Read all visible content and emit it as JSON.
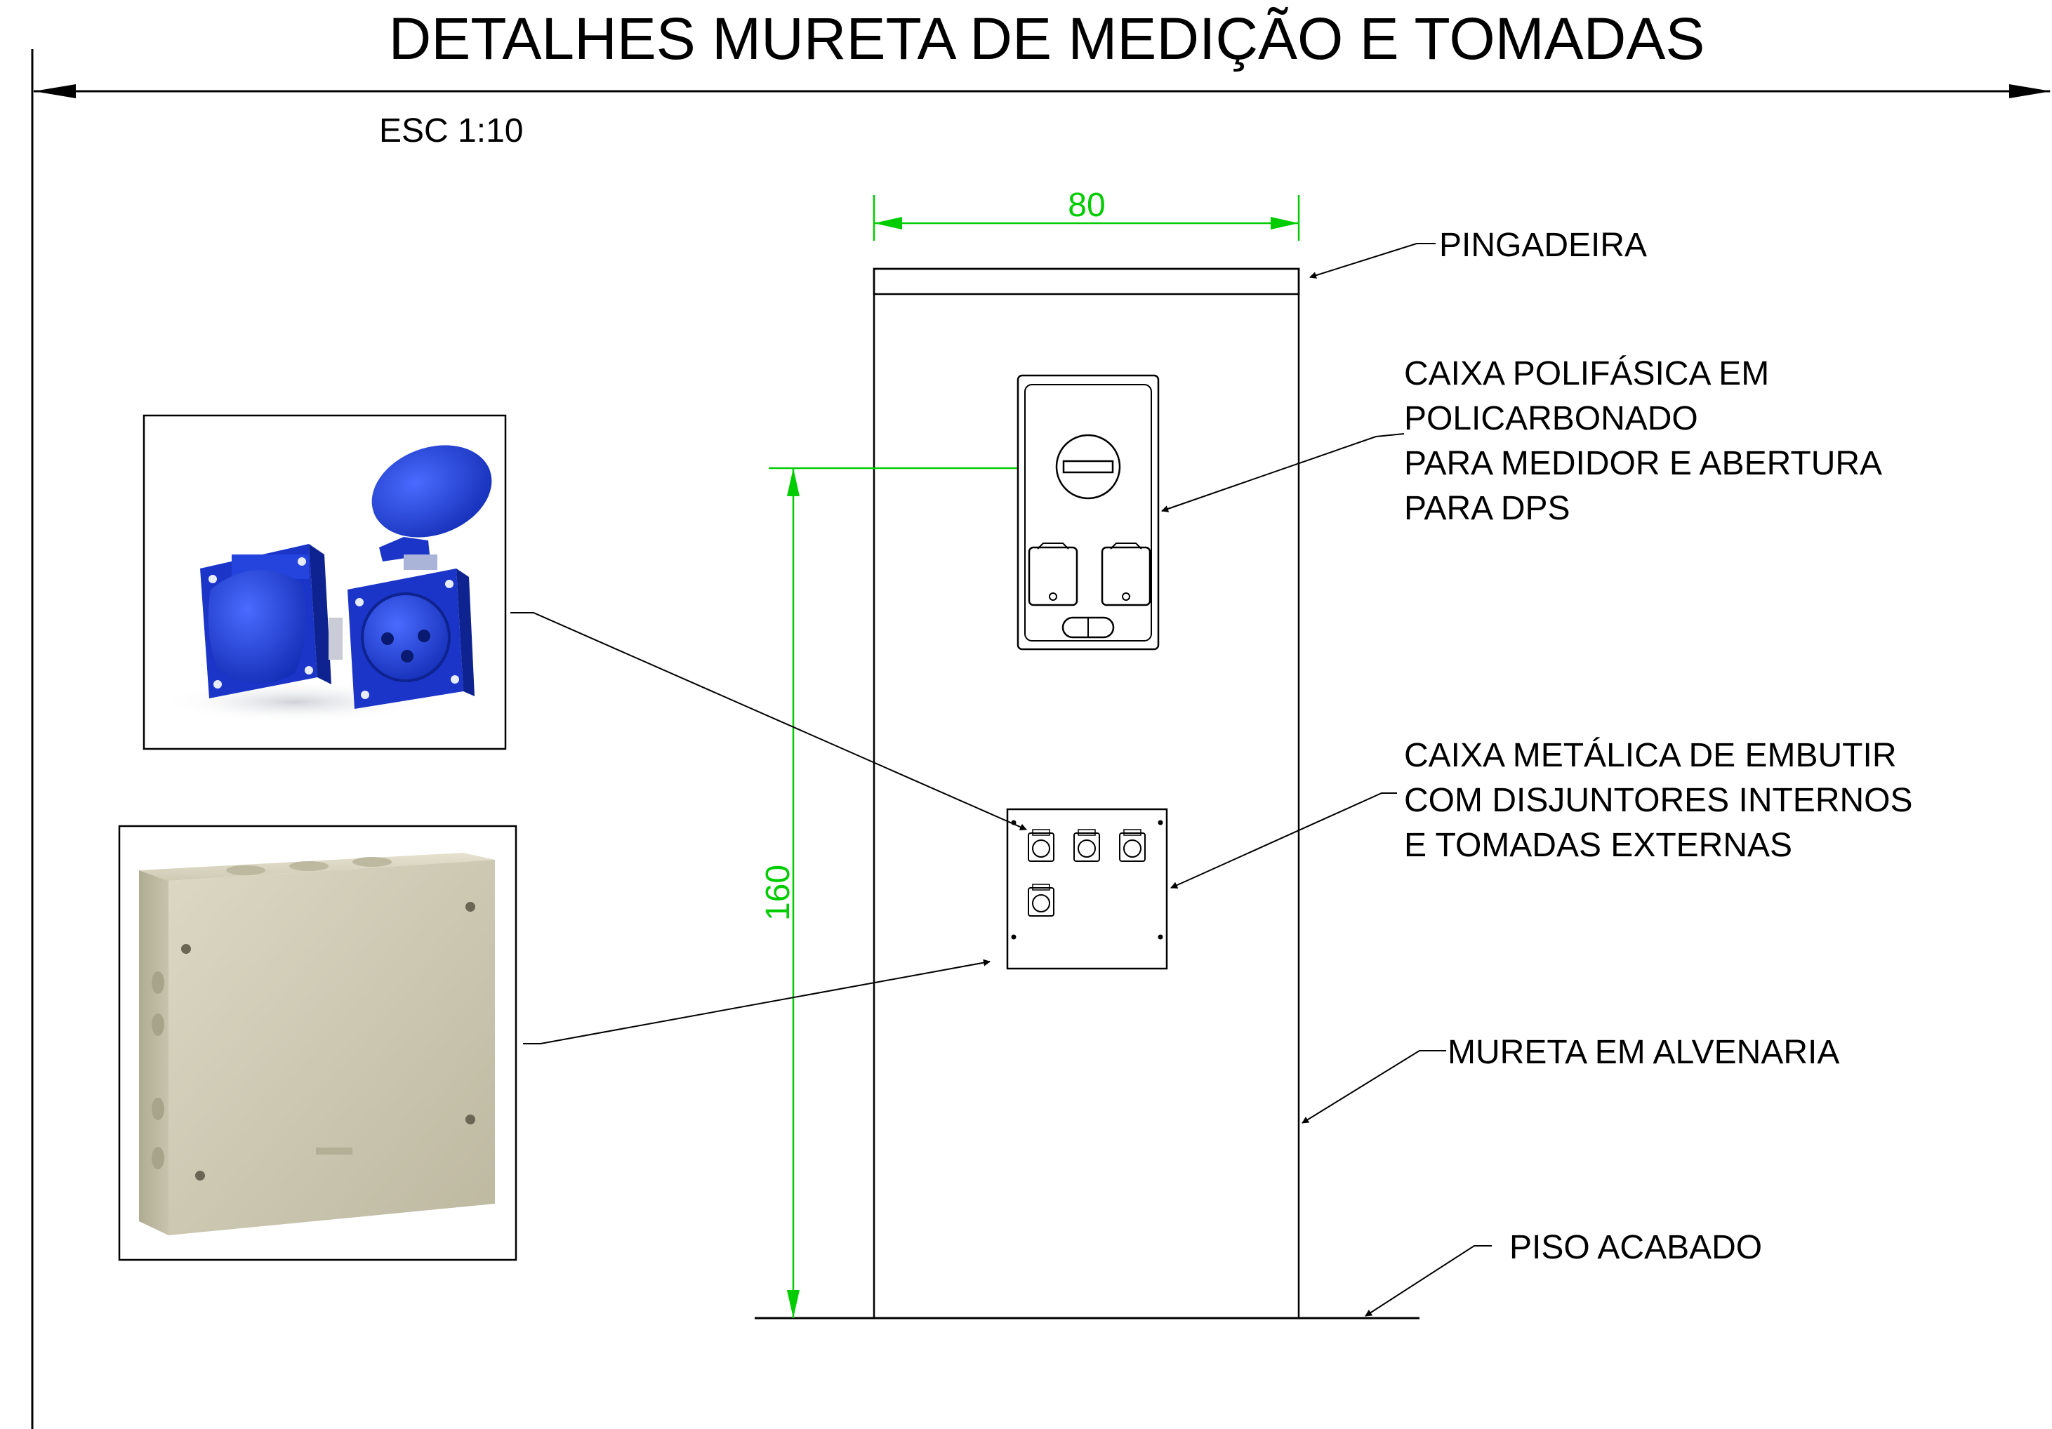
{
  "title": "DETALHES MURETA DE MEDIÇÃO E TOMADAS",
  "scale": "ESC 1:10",
  "dimensions": {
    "width": "80",
    "height": "160"
  },
  "labels": {
    "pingadeira": "PINGADEIRA",
    "caixa_polifasica": [
      "CAIXA POLIFÁSICA EM",
      "POLICARBONADO",
      "PARA MEDIDOR E ABERTURA",
      "PARA DPS"
    ],
    "caixa_metalica": [
      "CAIXA METÁLICA DE EMBUTIR",
      "COM DISJUNTORES INTERNOS",
      "E TOMADAS EXTERNAS"
    ],
    "mureta": "MURETA EM ALVENARIA",
    "piso": "PISO ACABADO"
  },
  "colors": {
    "dimension": "#00cc00",
    "lines": "#000000",
    "socket_blue": "#1f3fd6",
    "box_beige": "#cfcab4"
  },
  "icons": {
    "socket_photo": "blue-socket-photo",
    "metal_box_photo": "metal-box-photo"
  }
}
